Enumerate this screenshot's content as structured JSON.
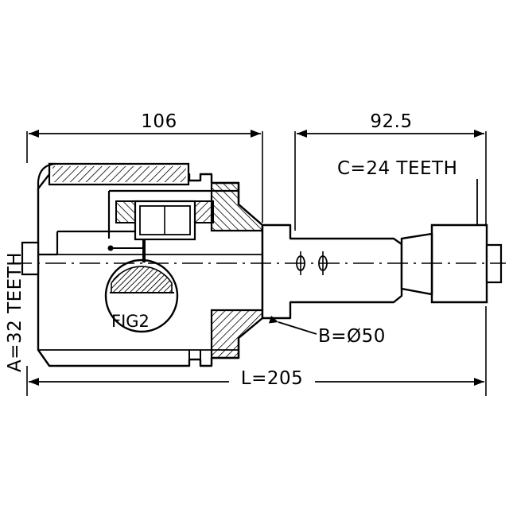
{
  "diagram": {
    "title": "CV joint technical drawing",
    "labels": {
      "dim_106": "106",
      "dim_92_5": "92.5",
      "teeth_c": "C=24 TEETH",
      "teeth_a": "A=32 TEETH",
      "diameter_b": "B=Ø50",
      "length_l": "L=205",
      "fig": "FIG2"
    },
    "colors": {
      "line": "#000000",
      "background": "#ffffff",
      "hatch": "#000000"
    }
  }
}
